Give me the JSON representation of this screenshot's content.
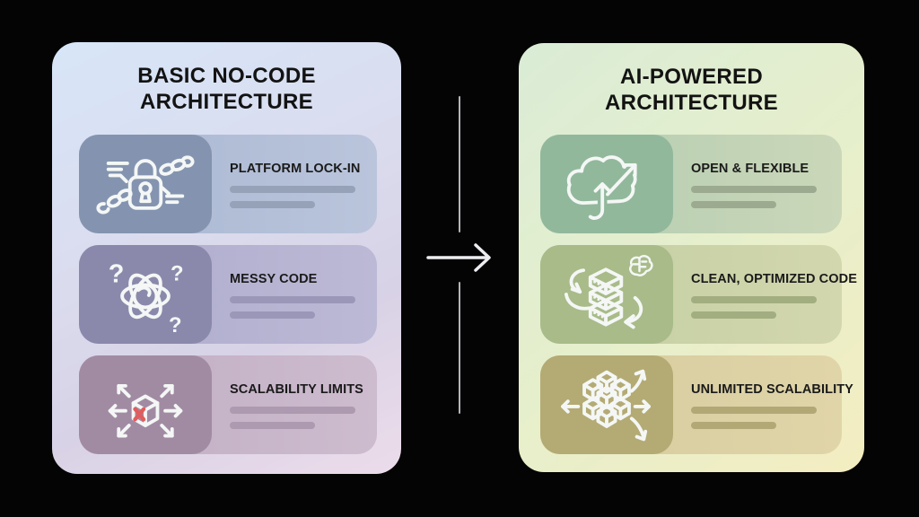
{
  "left_panel": {
    "title_line1": "BASIC NO-CODE",
    "title_line2": "ARCHITECTURE",
    "rows": [
      {
        "label": "PLATFORM LOCK-IN",
        "icon": "lock-chain-icon"
      },
      {
        "label": "MESSY CODE",
        "icon": "tangled-knot-icon"
      },
      {
        "label": "SCALABILITY LIMITS",
        "icon": "cube-blocked-arrows-icon"
      }
    ]
  },
  "right_panel": {
    "title_line1": "AI-POWERED",
    "title_line2": "ARCHITECTURE",
    "rows": [
      {
        "label": "OPEN & FLEXIBLE",
        "icon": "cloud-growth-icon"
      },
      {
        "label": "CLEAN, OPTIMIZED CODE",
        "icon": "optimized-stack-brain-icon"
      },
      {
        "label": "UNLIMITED SCALABILITY",
        "icon": "cube-cluster-expand-icon"
      }
    ]
  },
  "center": {
    "icon": "right-arrow-icon"
  },
  "colors": {
    "background": "#040404",
    "title_text": "#131313",
    "label_text": "#1a1a1a",
    "icon_stroke": "#f4f7f5",
    "error_x": "#e25c5c",
    "left_panel_gradient": [
      "#d7e6f8",
      "#dadcee",
      "#ecdcea"
    ],
    "right_panel_gradient": [
      "#daecd6",
      "#e7efcb",
      "#f4edc1"
    ],
    "left_tiles": [
      "#8494b0",
      "#8b89ab",
      "#a18ba3"
    ],
    "right_tiles": [
      "#92b89c",
      "#a8bb89",
      "#b4aa74"
    ],
    "left_rows": [
      "#a8b6d0",
      "#aeabcc",
      "#c0adc3"
    ],
    "right_rows": [
      "#b2ccb0",
      "#c2cda1",
      "#d5cb9e"
    ],
    "arrow_line": "#b4b4bc",
    "arrow_head": "#ededf2"
  }
}
